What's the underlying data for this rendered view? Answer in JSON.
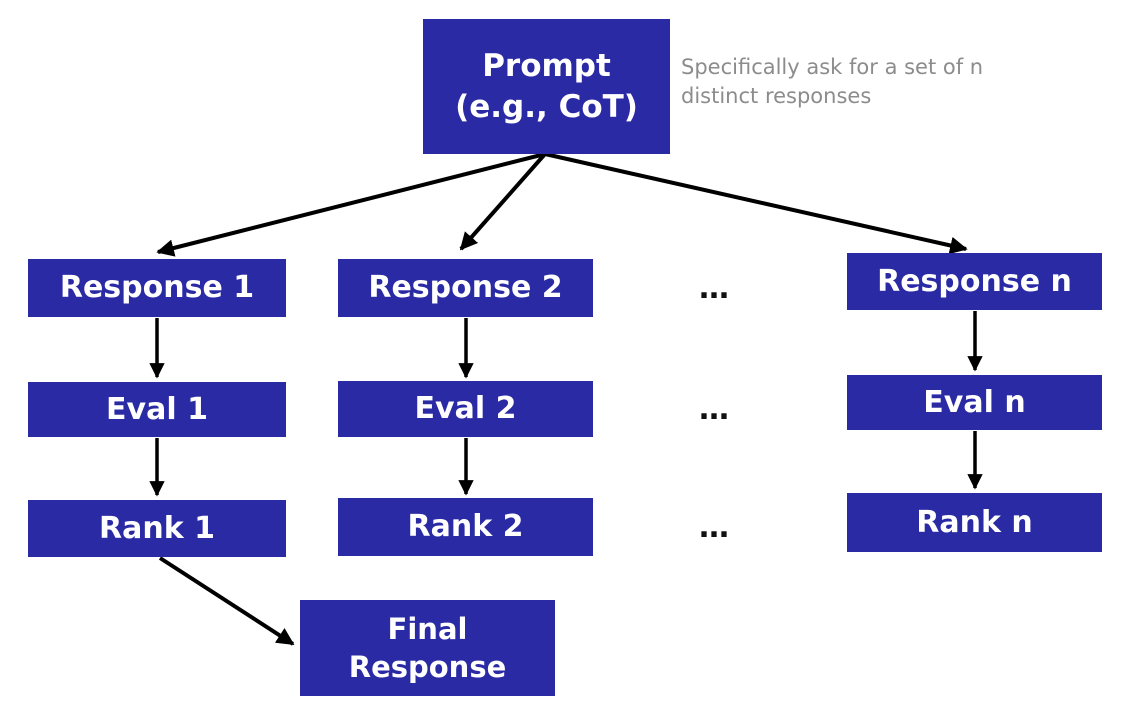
{
  "diagram": {
    "prompt": {
      "label": "Prompt\n(e.g., CoT)"
    },
    "annotation": {
      "text": "Specifically ask for a set of n\ndistinct responses"
    },
    "columns": [
      {
        "response": "Response 1",
        "eval": "Eval 1",
        "rank": "Rank 1"
      },
      {
        "response": "Response 2",
        "eval": "Eval 2",
        "rank": "Rank 2"
      },
      {
        "response": "Response n",
        "eval": "Eval n",
        "rank": "Rank n"
      }
    ],
    "ellipsis": "…",
    "final_response": {
      "label": "Final\nResponse"
    },
    "colors": {
      "node_fill": "#2a2aa5",
      "node_text": "#ffffff",
      "annotation_text": "#8c8c8c",
      "arrow": "#000000",
      "background": "#ffffff"
    }
  }
}
